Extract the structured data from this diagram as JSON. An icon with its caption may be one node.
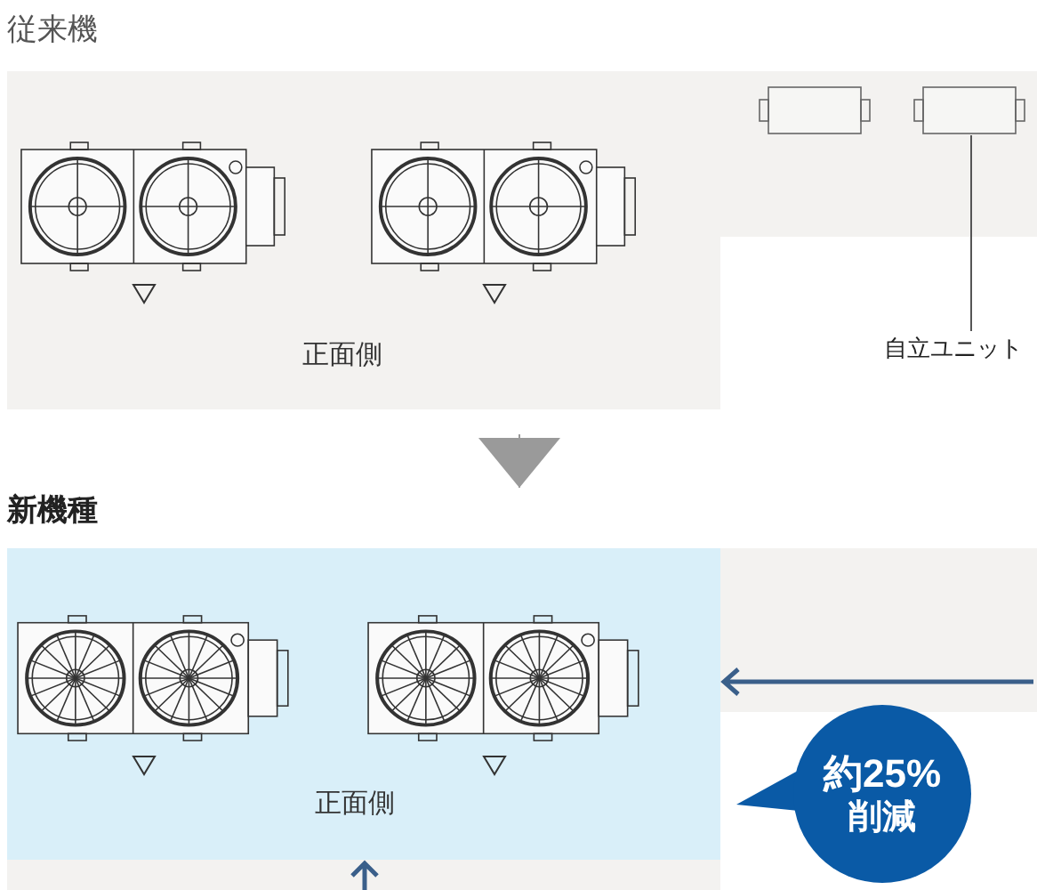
{
  "diagram": {
    "nodes": [
      {
        "text": [
          "従来機",
          "正面側"
        ]
      },
      {
        "text": [],
        "shape": "picture",
        "in": 0
      },
      {
        "text": [],
        "shape": "picture",
        "in": 0
      },
      {
        "text": [],
        "shape": "box",
        "in": 0
      },
      {
        "text": [],
        "shape": "box",
        "in": 0
      },
      {
        "text": [
          "自立ユニット"
        ]
      },
      {
        "text": [
          "新機種",
          "正面側"
        ]
      },
      {
        "text": [],
        "shape": "picture",
        "in": 6
      },
      {
        "text": [],
        "shape": "picture",
        "in": 6
      },
      {
        "text": [
          "約25%",
          "削減"
        ]
      }
    ],
    "edges": [
      {
        "from": 5,
        "to": 4,
        "arrow": "none"
      },
      {
        "from": 0,
        "to": 6,
        "arrow": "to",
        "color": "#9a9a9a"
      }
    ]
  }
}
